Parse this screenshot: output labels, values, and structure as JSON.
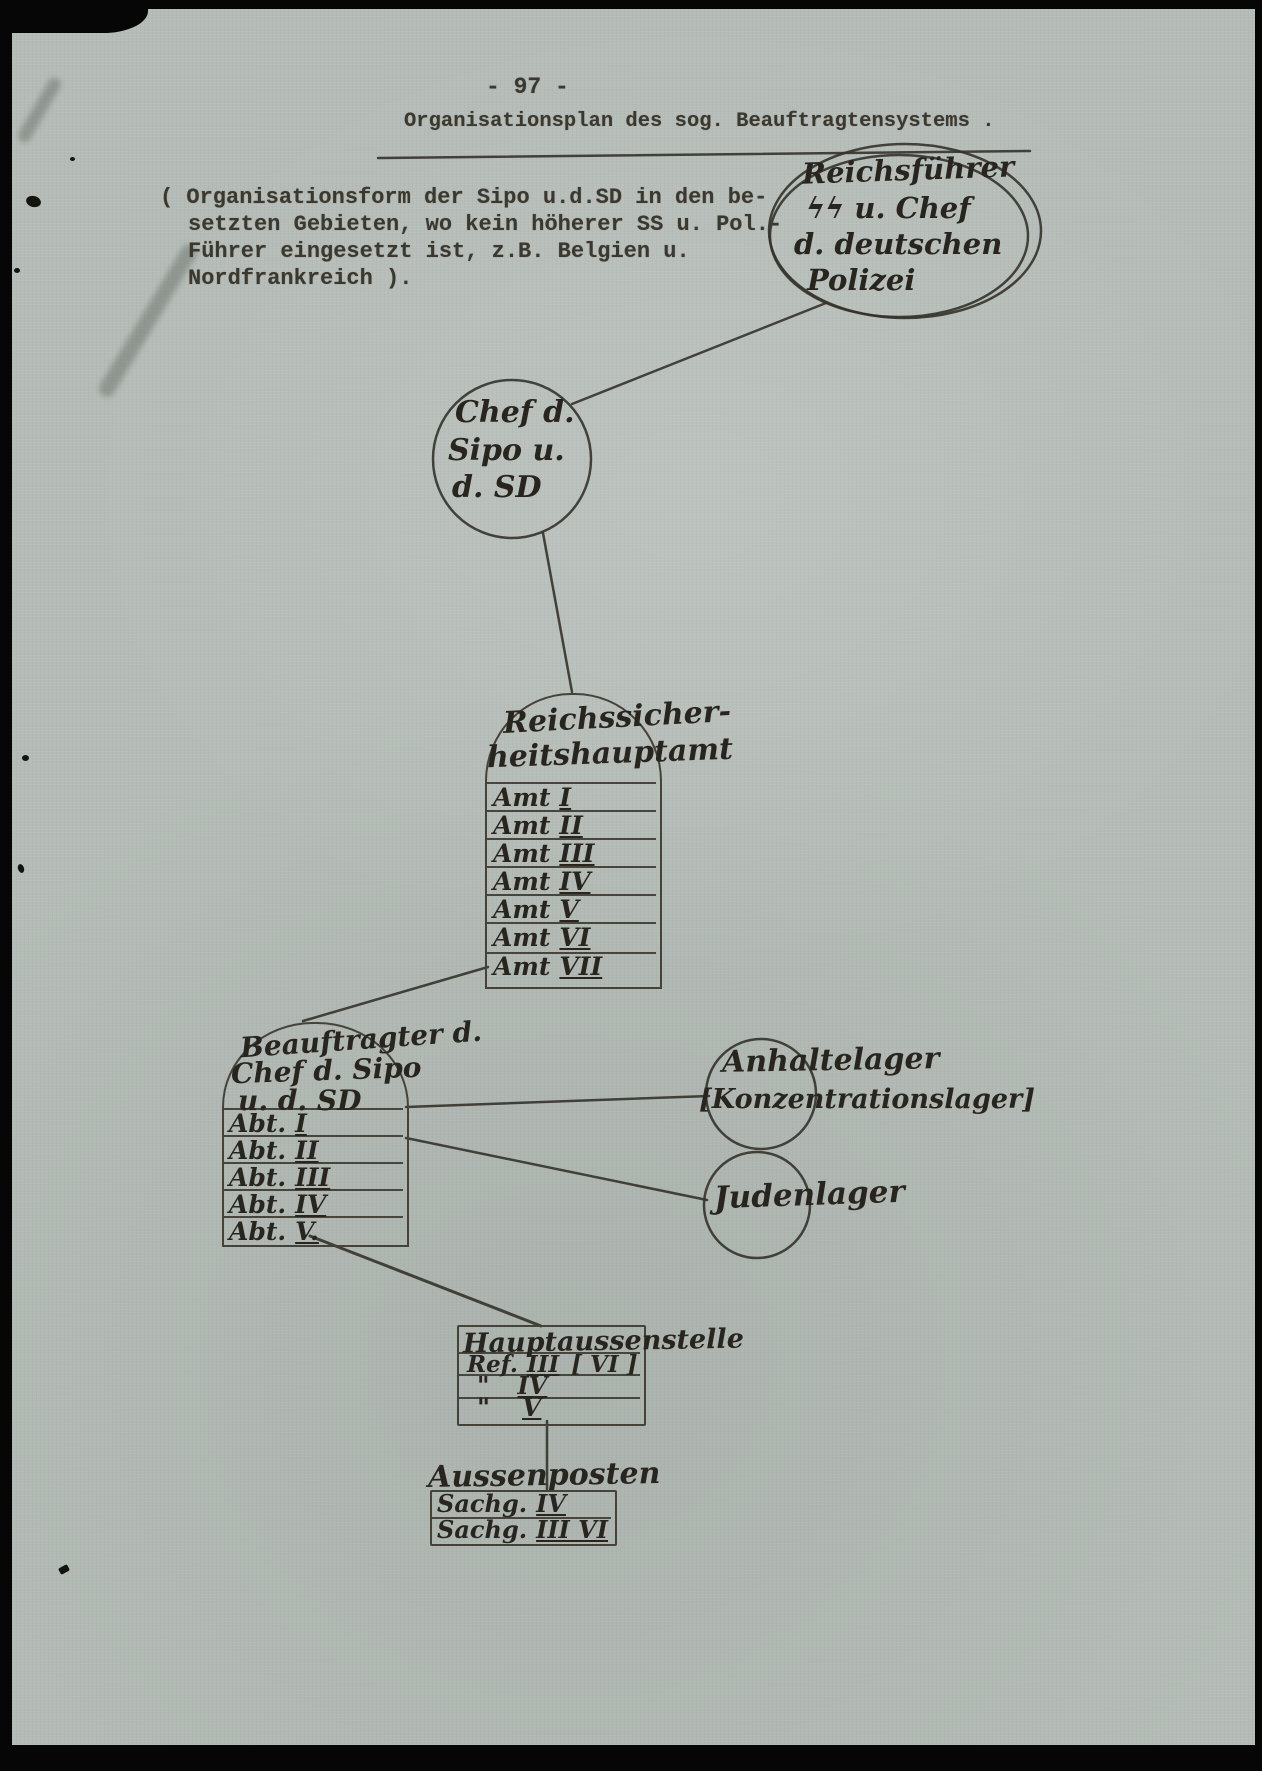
{
  "page": {
    "number": "- 97 -",
    "title": "Organisationsplan des sog. Beauftragtensystems ."
  },
  "note": {
    "line1": "( Organisationsform der Sipo u.d.SD in den be-",
    "line2": "setzten Gebieten, wo kein höherer SS u. Pol.-",
    "line3": "Führer eingesetzt ist, z.B. Belgien u.",
    "line4": "Nordfrankreich )."
  },
  "nodes": {
    "reichsfuehrer": {
      "line1": "Reichsführer",
      "line2": "ϟϟ u. Chef",
      "line3": "d. deutschen",
      "line4": "Polizei"
    },
    "chef_sipo": {
      "line1": "Chef d.",
      "line2": "Sipo u.",
      "line3": "d. SD"
    },
    "rsha": {
      "title1": "Reichssicher-",
      "title2": "heitshauptamt",
      "rows": [
        {
          "label": "Amt",
          "numeral": "I"
        },
        {
          "label": "Amt",
          "numeral": "II"
        },
        {
          "label": "Amt",
          "numeral": "III"
        },
        {
          "label": "Amt",
          "numeral": "IV"
        },
        {
          "label": "Amt",
          "numeral": "V"
        },
        {
          "label": "Amt",
          "numeral": "VI"
        },
        {
          "label": "Amt",
          "numeral": "VII"
        }
      ]
    },
    "beauftragter": {
      "title1": "Beauftragter d.",
      "title2": "Chef d. Sipo",
      "title3": "u. d. SD",
      "rows": [
        {
          "label": "Abt.",
          "numeral": "I"
        },
        {
          "label": "Abt.",
          "numeral": "II"
        },
        {
          "label": "Abt.",
          "numeral": "III"
        },
        {
          "label": "Abt.",
          "numeral": "IV"
        },
        {
          "label": "Abt.",
          "numeral": "V."
        }
      ]
    },
    "anhaltelager": {
      "line1": "Anhaltelager",
      "line2": "[Konzentrationslager]"
    },
    "judenlager": {
      "line1": "Judenlager"
    },
    "hauptaussenstelle": {
      "title": "Hauptaussenstelle",
      "rows": [
        {
          "label": "Ref.",
          "numeral": "III",
          "suffix": "[ VI ]"
        },
        {
          "label": "\"",
          "numeral": "IV",
          "suffix": ""
        },
        {
          "label": "\"",
          "numeral": "V",
          "suffix": ""
        }
      ]
    },
    "aussenposten": {
      "title": "Aussenposten",
      "rows": [
        {
          "label": "Sachg.",
          "numeral": "IV"
        },
        {
          "label": "Sachg.",
          "numeral": "III VI"
        }
      ]
    }
  }
}
